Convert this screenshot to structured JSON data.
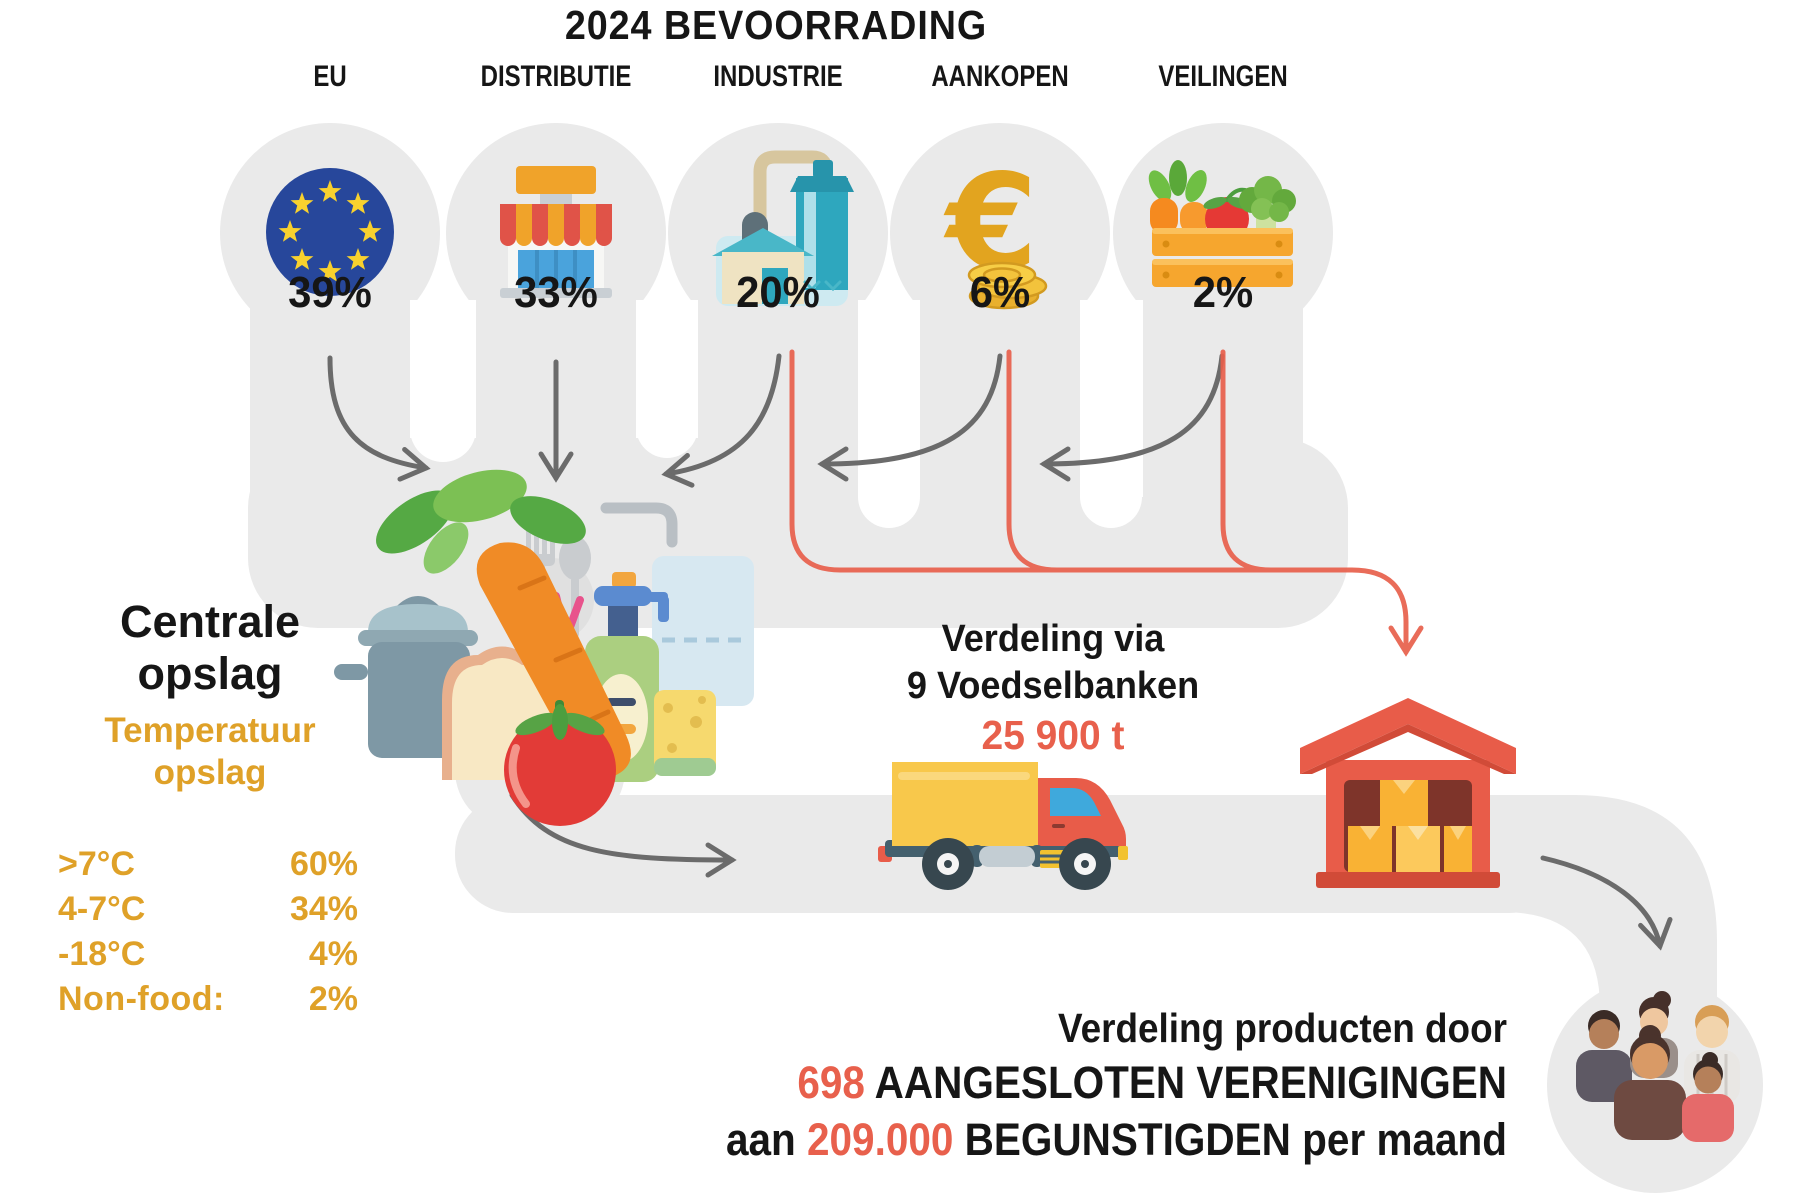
{
  "title": "2024 BEVOORRADING",
  "sources": [
    {
      "label": "EU",
      "percent": "39%",
      "icon": "eu-flag-icon"
    },
    {
      "label": "DISTRIBUTIE",
      "percent": "33%",
      "icon": "storefront-icon"
    },
    {
      "label": "INDUSTRIE",
      "percent": "20%",
      "icon": "factory-icon"
    },
    {
      "label": "AANKOPEN",
      "percent": "6%",
      "icon": "euro-coins-icon"
    },
    {
      "label": "VEILINGEN",
      "percent": "2%",
      "icon": "vegetable-crate-icon"
    }
  ],
  "central_storage": {
    "title_line1": "Centrale",
    "title_line2": "opslag",
    "subtitle_line1": "Temperatuur",
    "subtitle_line2": "opslag",
    "temperature_rows": [
      {
        "label": ">7°C",
        "value": "60%"
      },
      {
        "label": "4-7°C",
        "value": "34%"
      },
      {
        "label": "-18°C",
        "value": "4%"
      },
      {
        "label": "Non-food:",
        "value": "2%"
      }
    ]
  },
  "food_banks": {
    "line1": "Verdeling via",
    "line2": "9 Voedselbanken",
    "tonnage": "25 900 t"
  },
  "beneficiaries": {
    "line1": "Verdeling producten door",
    "line2_number": "698",
    "line2_text": " AANGESLOTEN VERENIGINGEN",
    "line3_prefix": "aan ",
    "line3_number": "209.000",
    "line3_text": " BEGUNSTIGDEN per maand"
  },
  "icons": {
    "euro_symbol": "€",
    "central_storage_icon": "food-supplies-collage-icon",
    "transport_icon": "delivery-truck-icon",
    "warehouse_icon": "warehouse-boxes-icon",
    "beneficiaries_icon": "people-group-icon"
  },
  "colors": {
    "flow_gray": "#EAEAEA",
    "arrow_gray": "#6B6B6B",
    "accent_salmon": "#E8604C",
    "accent_gold": "#DFA128",
    "text_black": "#161616",
    "eu_blue": "#27479B",
    "truck_yellow": "#F8C84B",
    "warehouse_red": "#E85C49"
  }
}
